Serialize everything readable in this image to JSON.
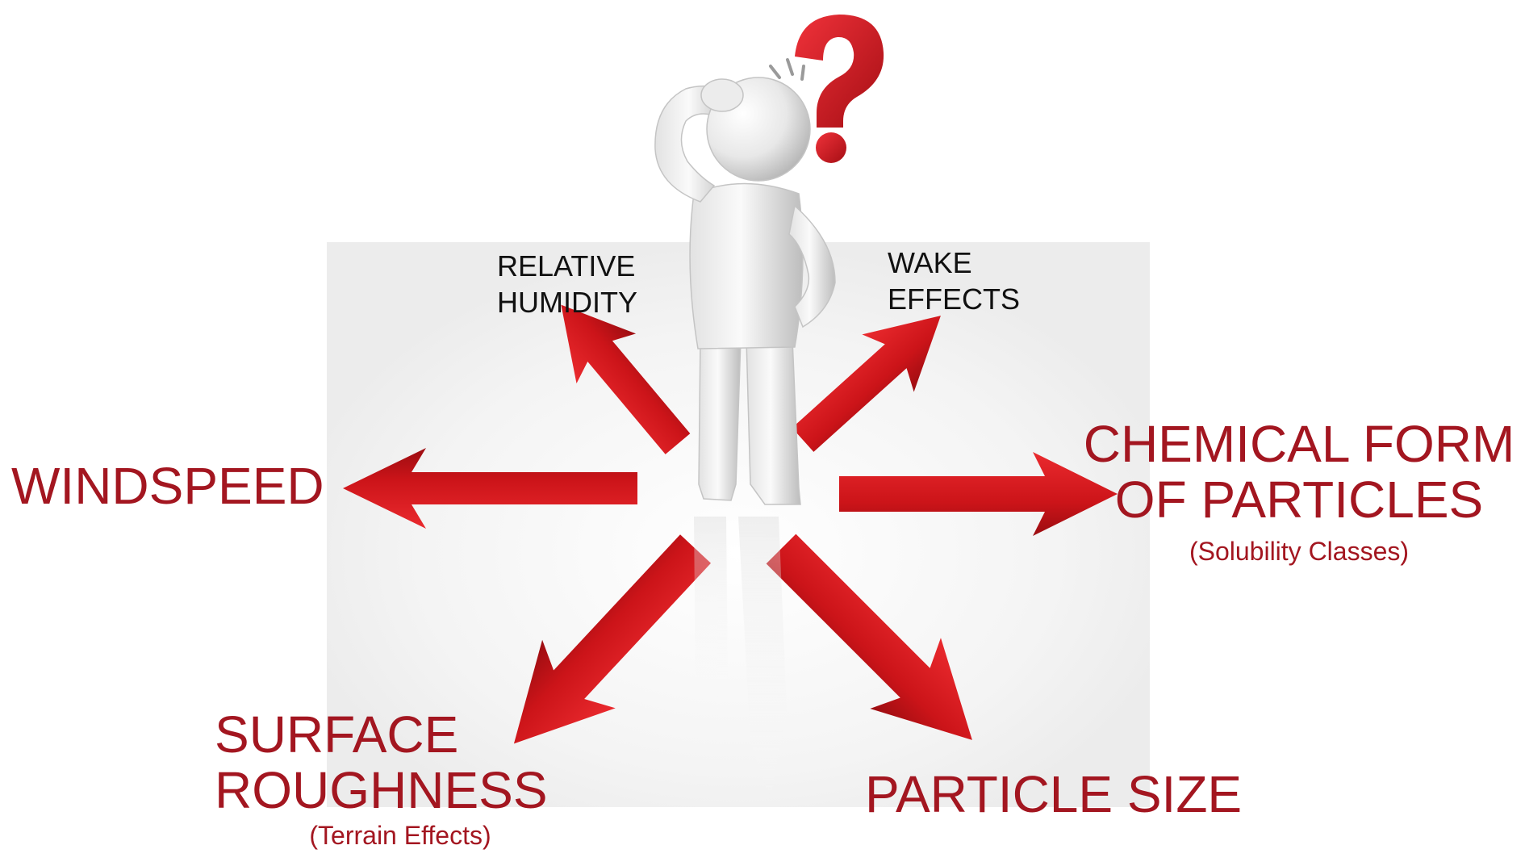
{
  "figure": {
    "colors": {
      "arrow": "#d3191f",
      "arrow_dark": "#8f0f13",
      "label_red": "#a31620",
      "label_dark": "#111111",
      "figure_gray": "#d9d9d9",
      "question_mark": "#d51c24"
    },
    "icons": {
      "person": "thinking-person-figure",
      "question": "question-mark-icon"
    }
  },
  "labels": {
    "windspeed": "WINDSPEED",
    "surface": {
      "line1": "SURFACE",
      "line2": "ROUGHNESS",
      "sub": "(Terrain Effects)"
    },
    "particle_size": "PARTICLE SIZE",
    "chemical": {
      "line1": "CHEMICAL FORM",
      "line2": "OF PARTICLES",
      "sub": "(Solubility Classes)"
    },
    "humidity": {
      "line1": "RELATIVE",
      "line2": "HUMIDITY"
    },
    "wake": {
      "line1": "WAKE",
      "line2": "EFFECTS"
    }
  }
}
